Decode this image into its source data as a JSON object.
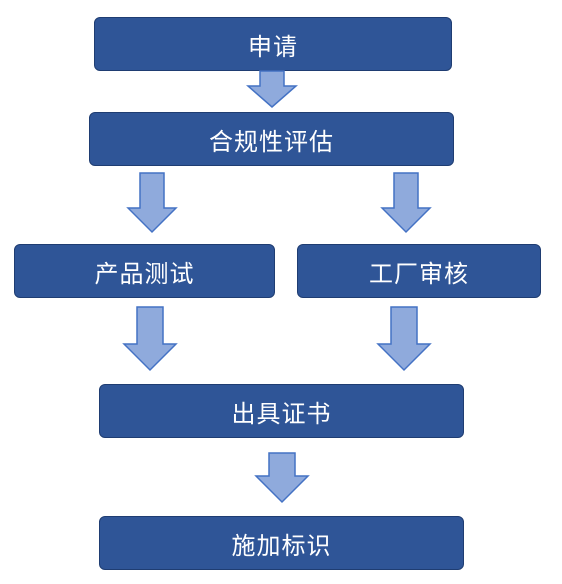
{
  "colors": {
    "box_fill": "#2f5597",
    "box_border": "#1f3d72",
    "arrow_fill": "#8faadc",
    "arrow_stroke": "#4472c4",
    "text": "#ffffff"
  },
  "steps": {
    "apply": "申请",
    "compliance": "合规性评估",
    "product_test": "产品测试",
    "factory_audit": "工厂审核",
    "issue_cert": "出具证书",
    "apply_mark": "施加标识"
  }
}
